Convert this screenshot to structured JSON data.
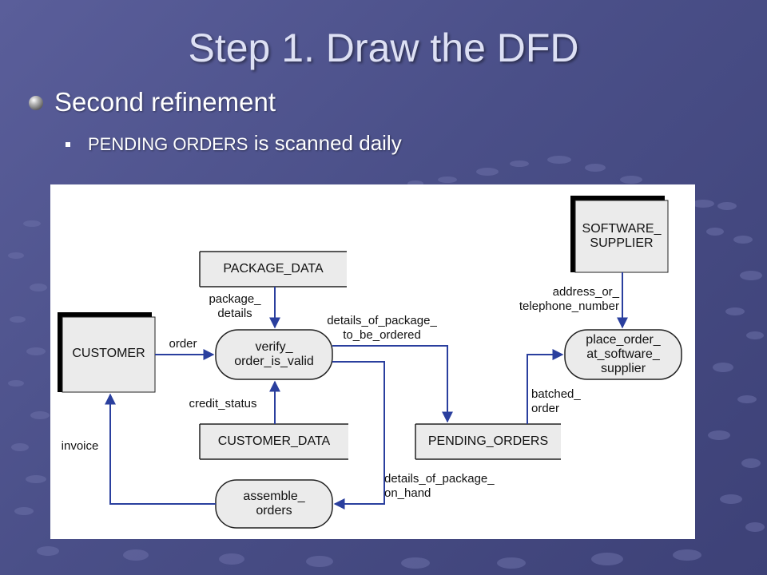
{
  "slide": {
    "title": "Step 1.  Draw the DFD",
    "bullet_level1": "Second refinement",
    "bullet_level2_term": "PENDING ORDERS",
    "bullet_level2_rest": " is scanned daily"
  },
  "diagram": {
    "entities": {
      "customer": "CUSTOMER",
      "software_supplier": "SOFTWARE_\nSUPPLIER"
    },
    "data_stores": {
      "package_data": "PACKAGE_DATA",
      "customer_data": "CUSTOMER_DATA",
      "pending_orders": "PENDING_ORDERS"
    },
    "processes": {
      "verify": "verify_\norder_is_valid",
      "assemble": "assemble_\norders",
      "place_order": "place_order_\nat_software_\nsupplier"
    },
    "flows": {
      "order": "order",
      "package_details": "package_\ndetails",
      "credit_status": "credit_status",
      "details_to_be_ordered": "details_of_package_\nto_be_ordered",
      "details_on_hand": "details_of_package_\non_hand",
      "invoice": "invoice",
      "address": "address_or_\ntelephone_number",
      "batched_order": "batched_\norder"
    },
    "colors": {
      "arrow": "#2a3f9e",
      "box_fill": "#ebebeb",
      "entity_shadow": "#000000"
    }
  }
}
